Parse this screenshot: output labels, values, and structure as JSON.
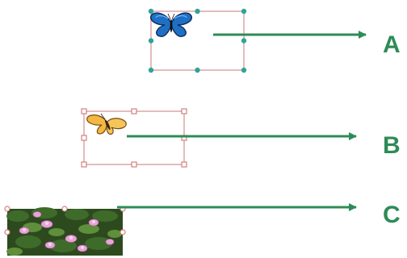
{
  "colors": {
    "arrow": "#2e8b57",
    "label": "#2e8b57",
    "handle_teal": "#2fa39a",
    "frame_pink": "#d8a0a0",
    "handle_pink": "#d47f7f"
  },
  "rows": [
    {
      "label": "A",
      "picture": "blue-butterfly",
      "selection_style": "teal-handles"
    },
    {
      "label": "B",
      "picture": "yellow-butterfly",
      "selection_style": "hollow-pink-handles"
    },
    {
      "label": "C",
      "picture": "lotus-pond",
      "selection_style": "pink-handles"
    }
  ]
}
